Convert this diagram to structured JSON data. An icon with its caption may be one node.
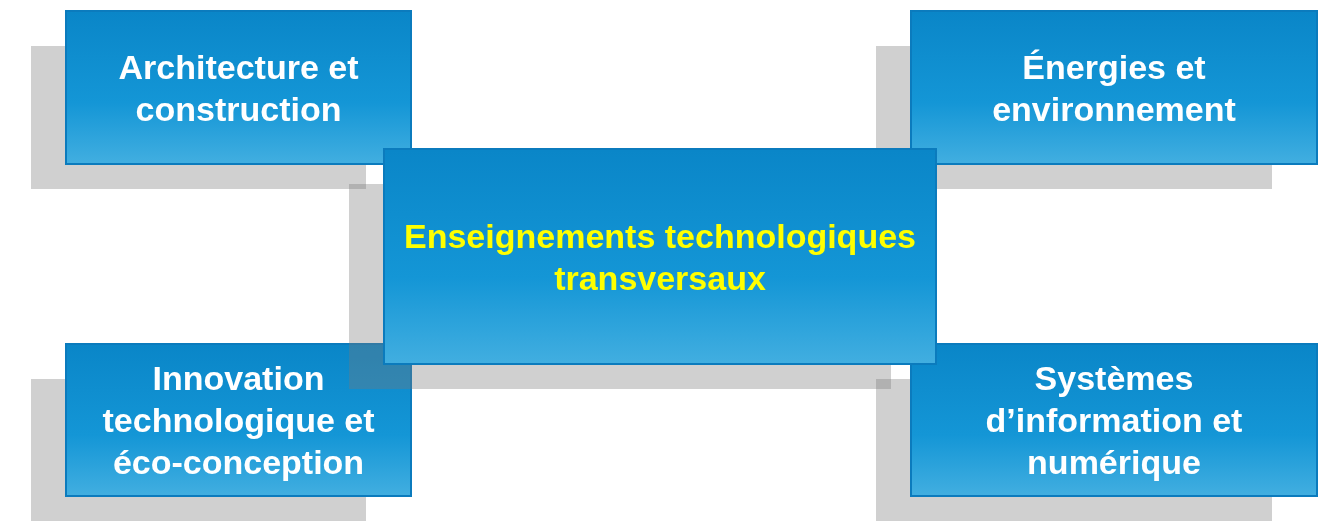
{
  "diagram": {
    "nodes": [
      {
        "text": [
          "Architecture et construction"
        ]
      },
      {
        "text": [
          "Énergies et environnement"
        ]
      },
      {
        "text": [
          "Enseignements technologiques transversaux"
        ]
      },
      {
        "text": [
          "Innovation technologique et éco-conception"
        ]
      },
      {
        "text": [
          "Systèmes d’information et numérique"
        ]
      }
    ]
  }
}
